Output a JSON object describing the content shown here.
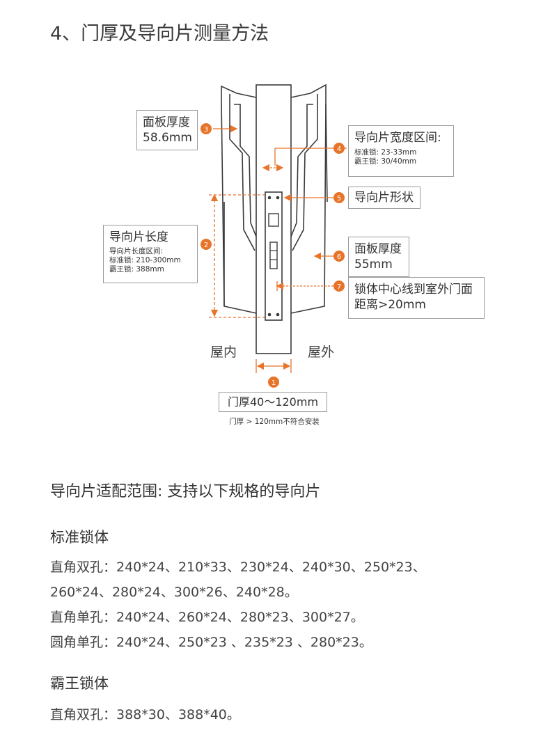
{
  "title": "4、门厚及导向片测量方法",
  "diagram": {
    "callouts": [
      {
        "id": "3",
        "lines_big": [
          "面板厚度",
          "58.6mm"
        ],
        "lines_small": []
      },
      {
        "id": "4",
        "lines_big": [
          "导向片宽度区间:"
        ],
        "lines_small": [
          "标准锁: 23-33mm",
          "霸王锁: 30/40mm"
        ]
      },
      {
        "id": "5",
        "lines_big": [
          "导向片形状"
        ],
        "lines_small": []
      },
      {
        "id": "2",
        "lines_big": [
          "导向片长度"
        ],
        "lines_small": [
          "导向片长度区间:",
          "标准锁: 210-300mm",
          "霸王锁: 388mm"
        ]
      },
      {
        "id": "6",
        "lines_big": [
          "面板厚度",
          "55mm"
        ],
        "lines_small": []
      },
      {
        "id": "7",
        "lines_big": [
          "锁体中心线到室外门面",
          "距离>20mm"
        ],
        "lines_small": []
      }
    ],
    "badges": [
      "1",
      "2",
      "3",
      "4",
      "5",
      "6",
      "7"
    ],
    "indoor_label": "屋内",
    "outdoor_label": "屋外",
    "door_thickness_label": "门厚40～120mm",
    "door_note": "门厚 > 120mm不符合安装",
    "accent_color": "#e8742a"
  },
  "compatibility": {
    "heading": "导向片适配范围: 支持以下规格的导向片",
    "standard": {
      "title": "标准锁体",
      "lines": [
        "直角双孔：240*24、210*33、230*24、240*30、250*23、",
        "260*24、280*24、300*26、240*28。",
        "直角单孔：240*24、260*24、280*23、300*27。",
        "圆角单孔：240*24、250*23 、235*23 、280*23。"
      ]
    },
    "bawang": {
      "title": "霸王锁体",
      "lines": [
        "直角双孔：388*30、388*40。"
      ]
    }
  }
}
